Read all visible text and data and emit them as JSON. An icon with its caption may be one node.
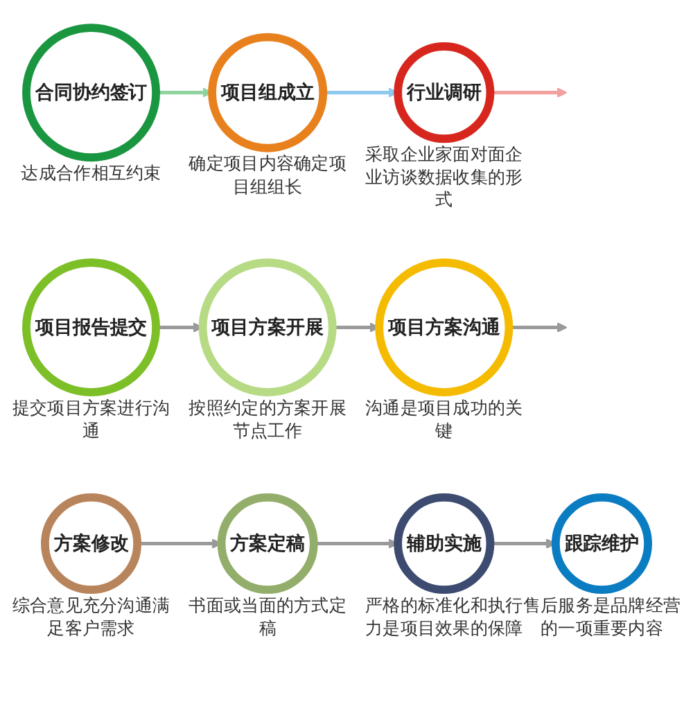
{
  "diagram": {
    "nodes": [
      {
        "text": [
          "合同协约签订"
        ],
        "beside": [
          "达成合作相互约束"
        ]
      },
      {
        "text": [
          "项目组成立"
        ],
        "beside": [
          "确定项目内容确定项目组组长"
        ]
      },
      {
        "text": [
          "行业调研"
        ],
        "beside": [
          "采取企业家面对面企业访谈数据收集的形式"
        ]
      },
      {
        "text": [
          "项目报告提交"
        ],
        "beside": [
          "提交项目方案进行沟通"
        ]
      },
      {
        "text": [
          "项目方案开展"
        ],
        "beside": [
          "按照约定的方案开展节点工作"
        ]
      },
      {
        "text": [
          "项目方案沟通"
        ],
        "beside": [
          "沟通是项目成功的关键"
        ]
      },
      {
        "text": [
          "方案修改"
        ],
        "beside": [
          "综合意见充分沟通满足客户需求"
        ]
      },
      {
        "text": [
          "方案定稿"
        ],
        "beside": [
          "书面或当面的方式定稿"
        ]
      },
      {
        "text": [
          "辅助实施"
        ],
        "beside": [
          "严格的标准化和执行力是项目效果的保障"
        ]
      },
      {
        "text": [
          "跟踪维护"
        ],
        "beside": [
          "售后服务是品牌经营的一项重要内容"
        ]
      }
    ],
    "edges": [
      {
        "from": 0,
        "to": 1,
        "arrow": "to",
        "color": "#8fd4a0"
      },
      {
        "from": 1,
        "to": 2,
        "arrow": "to",
        "color": "#8ec9ee"
      },
      {
        "from": 2,
        "to": null,
        "arrow": "to",
        "color": "#f2a0a0"
      },
      {
        "from": 3,
        "to": 4,
        "arrow": "to"
      },
      {
        "from": 4,
        "to": 5,
        "arrow": "to"
      },
      {
        "from": 5,
        "to": null,
        "arrow": "to"
      },
      {
        "from": 6,
        "to": 7,
        "arrow": "to"
      },
      {
        "from": 7,
        "to": 8,
        "arrow": "to"
      },
      {
        "from": 8,
        "to": 9,
        "arrow": "to"
      }
    ]
  }
}
